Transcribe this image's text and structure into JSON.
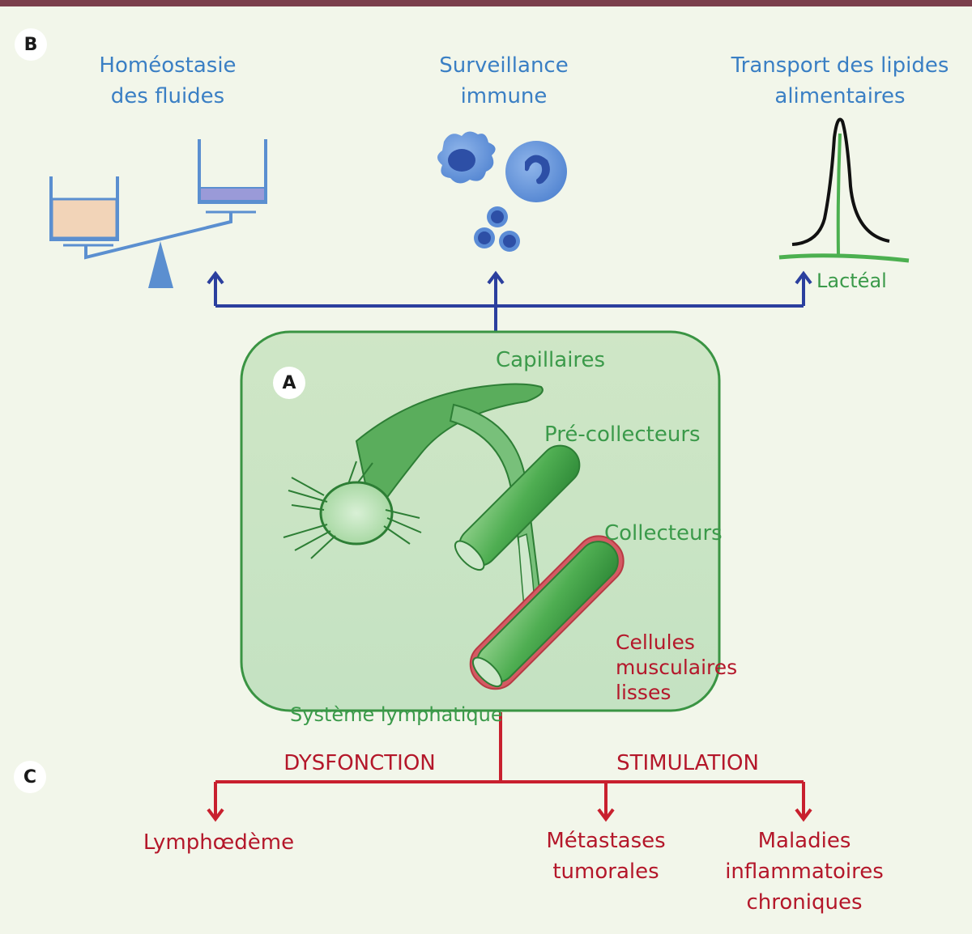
{
  "colors": {
    "top_bar": "#7b3f4c",
    "background": "#f2f6ea",
    "function_text": "#3a7fc4",
    "lymphatic_text": "#3b9a4a",
    "pathology_text": "#b4172a",
    "function_arrows": "#2b3f9e",
    "pathology_arrows": "#c8202e"
  },
  "panels": {
    "a": {
      "badge": "A"
    },
    "b": {
      "badge": "B"
    },
    "c": {
      "badge": "C"
    }
  },
  "functions": {
    "fluid_homeostasis": {
      "line1": "Homéostasie",
      "line2": "des fluides",
      "icon": "balance-scale-icon"
    },
    "immune_surveillance": {
      "line1": "Surveillance",
      "line2": "immune",
      "icon": "immune-cells-icon"
    },
    "lipid_transport": {
      "line1": "Transport des lipides",
      "line2": "alimentaires",
      "icon": "lipid-peak-icon",
      "sublabel": "Lactéal"
    }
  },
  "lymphatic_system": {
    "title": "Système lymphatique",
    "capillaries": "Capillaires",
    "precollectors": "Pré-collecteurs",
    "collectors": "Collecteurs",
    "smooth_muscle": {
      "line1": "Cellules",
      "line2": "musculaires",
      "line3": "lisses"
    }
  },
  "pathologies": {
    "dysfunction_label": "DYSFONCTION",
    "stimulation_label": "STIMULATION",
    "lymphedema": "Lymphœdème",
    "metastases": {
      "line1": "Métastases",
      "line2": "tumorales"
    },
    "inflammatory": {
      "line1": "Maladies",
      "line2": "inflammatoires",
      "line3": "chroniques"
    }
  }
}
